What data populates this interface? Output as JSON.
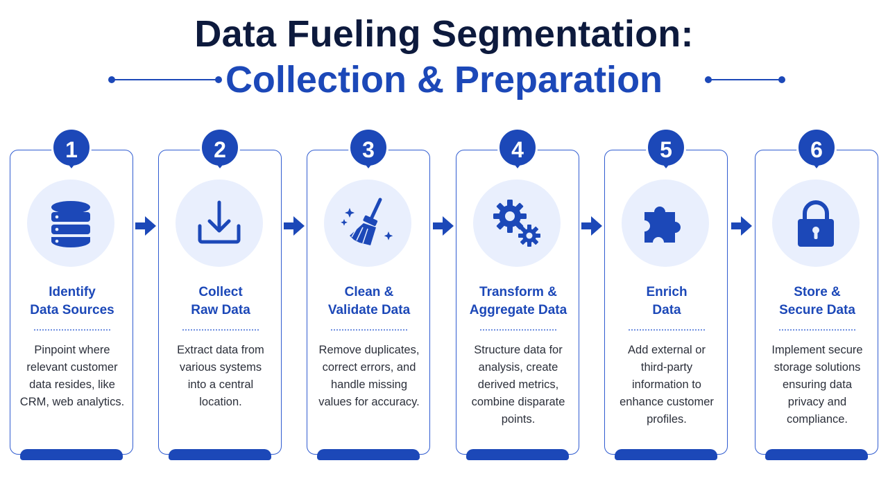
{
  "title": {
    "line1": "Data Fueling Segmentation:",
    "line2": "Collection & Preparation"
  },
  "colors": {
    "accent": "#1c48b8",
    "title_dark": "#0d1a3d",
    "icon_bg": "#e9effd",
    "border": "#2f5bd0"
  },
  "steps": [
    {
      "number": "1",
      "icon": "database-icon",
      "title_line1": "Identify",
      "title_line2": "Data Sources",
      "desc_lines": [
        "Pinpoint where",
        "relevant customer",
        "data resides, like",
        "CRM, web analytics."
      ]
    },
    {
      "number": "2",
      "icon": "download-icon",
      "title_line1": "Collect",
      "title_line2": "Raw Data",
      "desc_lines": [
        "Extract data from",
        "various systems",
        "into a central",
        "location."
      ]
    },
    {
      "number": "3",
      "icon": "broom-sparkle-icon",
      "title_line1": "Clean &",
      "title_line2": "Validate Data",
      "desc_lines": [
        "Remove duplicates,",
        "correct errors, and",
        "handle missing",
        "values for accuracy."
      ]
    },
    {
      "number": "4",
      "icon": "gears-icon",
      "title_line1": "Transform &",
      "title_line2": "Aggregate Data",
      "desc_lines": [
        "Structure data for",
        "analysis, create",
        "derived metrics,",
        "combine disparate",
        "points."
      ]
    },
    {
      "number": "5",
      "icon": "puzzle-piece-icon",
      "title_line1": "Enrich",
      "title_line2": "Data",
      "desc_lines": [
        "Add external or",
        "third-party",
        "information to",
        "enhance customer",
        "profiles."
      ]
    },
    {
      "number": "6",
      "icon": "padlock-icon",
      "title_line1": "Store &",
      "title_line2": "Secure Data",
      "desc_lines": [
        "Implement secure",
        "storage solutions",
        "ensuring data",
        "privacy and",
        "compliance."
      ]
    }
  ]
}
